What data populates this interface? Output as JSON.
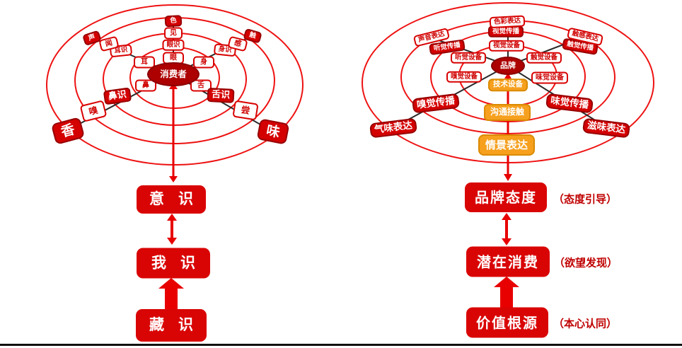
{
  "colors": {
    "red": "#e80000",
    "dark_red": "#ad0000",
    "box_red": "#d40000",
    "orange": "#f6a01e",
    "line_black": "#2a2a2a"
  },
  "left": {
    "center": "消费者",
    "top": {
      "object": "色",
      "action": "见",
      "consciousness": "眼识",
      "organ": "眼"
    },
    "side_left": {
      "object": "声",
      "action": "闻",
      "consciousness": "耳识",
      "organ": "耳"
    },
    "side_right": {
      "object": "触",
      "action": "感",
      "consciousness": "身识",
      "organ": "身"
    },
    "bottom_left": {
      "object": "香",
      "action": "嗅",
      "consciousness": "鼻识",
      "organ": "鼻"
    },
    "bottom_right": {
      "object": "味",
      "action": "尝",
      "consciousness": "舌识",
      "organ": "舌"
    },
    "column": {
      "level1": "意识",
      "level2": "我识",
      "level3": "藏识"
    }
  },
  "right": {
    "center": "品牌",
    "visual": {
      "expression": "色彩表达",
      "communication": "视觉传播",
      "device": "视觉设备"
    },
    "auditory": {
      "expression": "声音表达",
      "communication": "听觉传播",
      "device": "听觉设备"
    },
    "tactile": {
      "expression": "触感表达",
      "communication": "触觉传播",
      "device": "触觉设备"
    },
    "olfactory": {
      "expression": "气味表达",
      "communication": "嗅觉传播",
      "device": "嗅觉设备"
    },
    "gustatory": {
      "expression": "滋味表达",
      "communication": "味觉传播",
      "device": "味觉设备"
    },
    "tech_device": "技术设备",
    "communication_contact": "沟通接触",
    "scene_expression": "情景表达",
    "column": {
      "level1": "品牌态度",
      "level1_note": "（态度引导）",
      "level2": "潜在消费",
      "level2_note": "（欲望发现）",
      "level3": "价值根源",
      "level3_note": "（本心认同）"
    }
  }
}
